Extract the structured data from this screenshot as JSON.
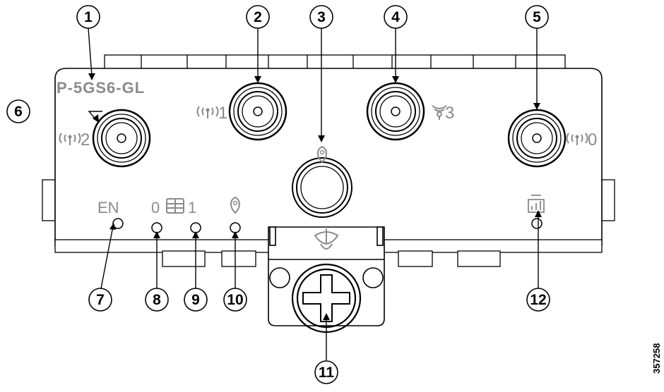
{
  "device": {
    "model_label": "P-5GS6-GL",
    "led_labels": {
      "enable": "EN",
      "sim_0": "0",
      "sim_1": "1"
    },
    "antenna_port_numbers": {
      "port_1": "1",
      "port_2": "2",
      "port_3": "3",
      "port_0": "0"
    }
  },
  "callouts": [
    "1",
    "2",
    "3",
    "4",
    "5",
    "6",
    "7",
    "8",
    "9",
    "10",
    "11",
    "12"
  ],
  "figure_id": "357258",
  "icons": {
    "antenna": "antenna-icon",
    "gps_antenna": "gps-antenna-icon",
    "location": "location-pin-icon",
    "sim": "sim-card-icon",
    "signal": "signal-strength-icon",
    "ground": "ground-screw-icon"
  },
  "colors": {
    "line": "#000000",
    "label": "#8a8a8a",
    "background": "#ffffff"
  }
}
